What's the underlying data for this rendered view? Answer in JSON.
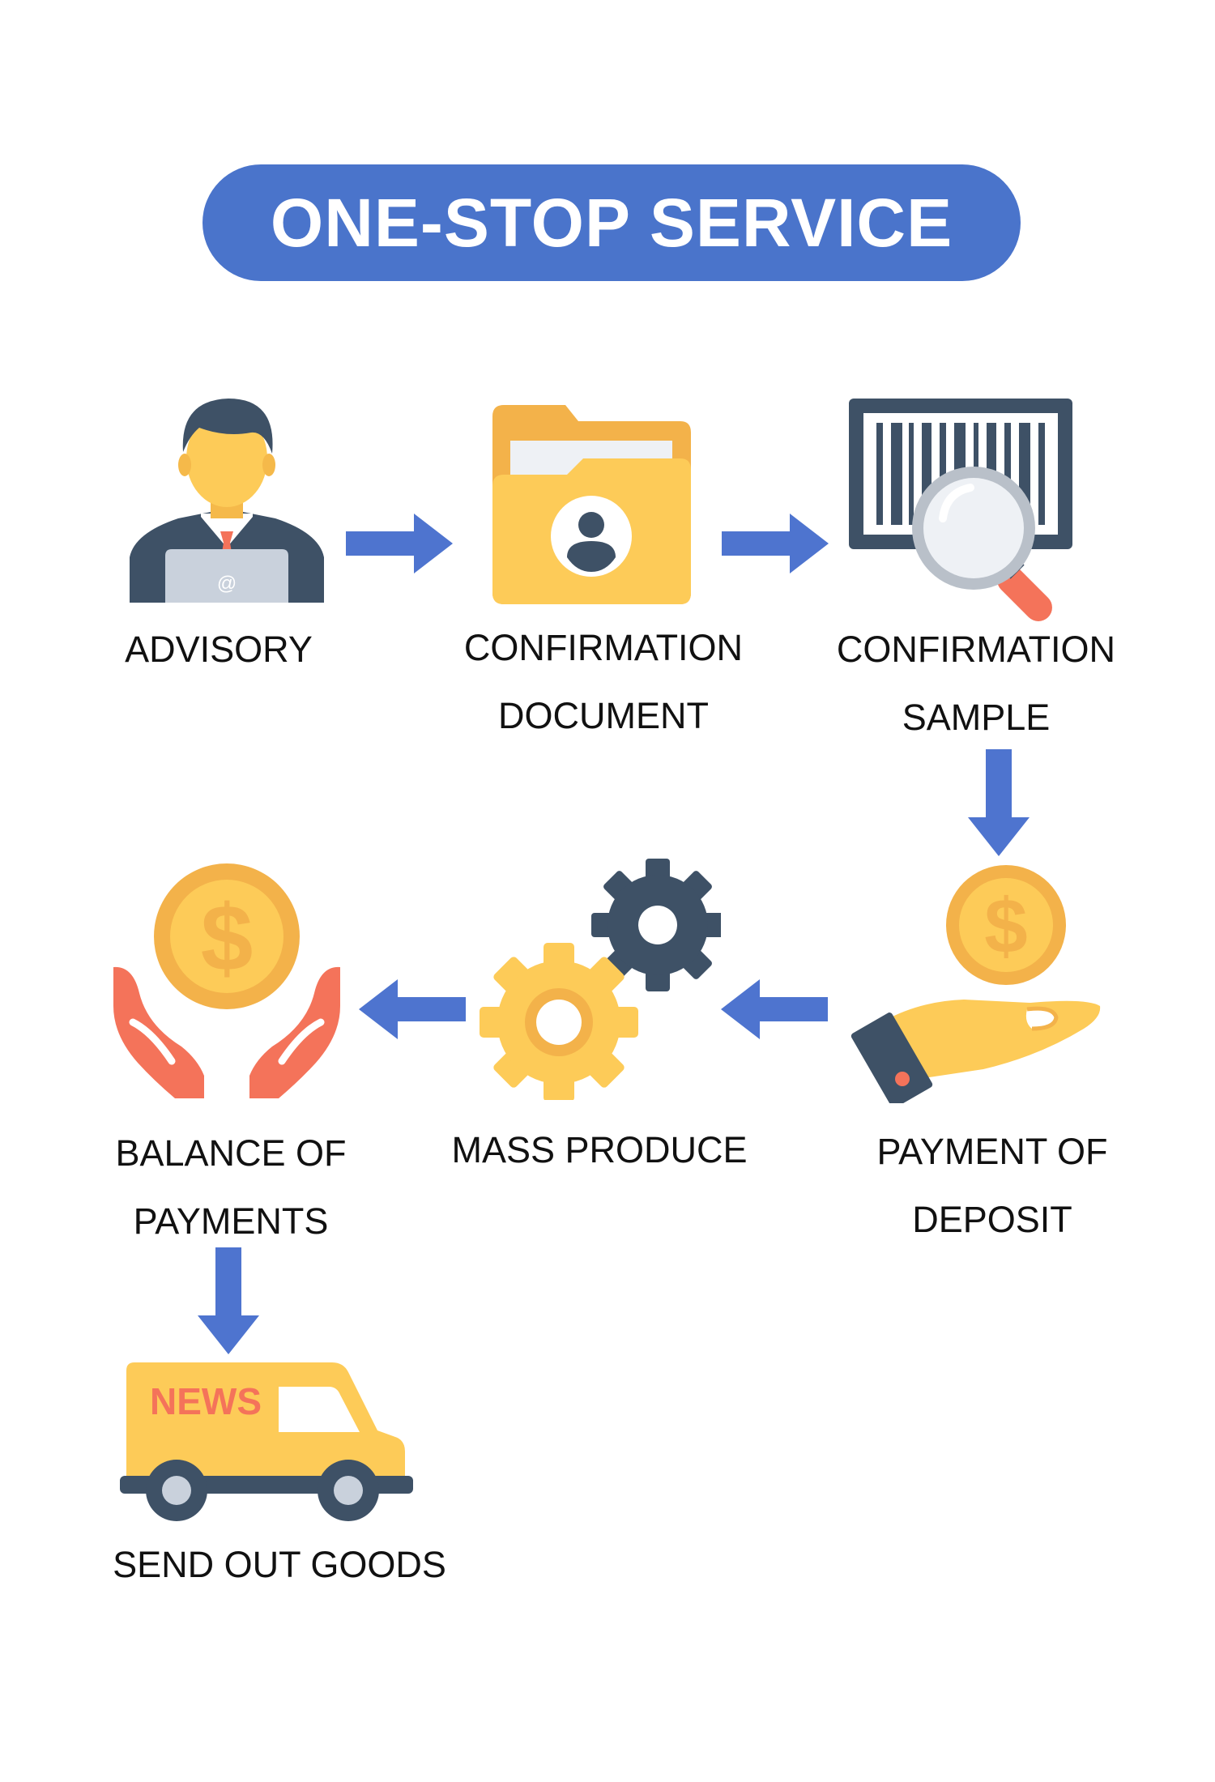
{
  "title": "ONE-STOP SERVICE",
  "colors": {
    "accent": "#4A74CB",
    "arrow": "#4E74CF",
    "yellow": "#FDCB58",
    "folder_back": "#F3B24A",
    "navy": "#3E5166",
    "coral": "#F4735A",
    "grey": "#B9C0C9"
  },
  "steps": [
    {
      "id": "advisory",
      "lines": [
        "ADVISORY"
      ],
      "icon": "advisor-icon"
    },
    {
      "id": "confirmation-document",
      "lines": [
        "CONFIRMATION",
        "DOCUMENT"
      ],
      "icon": "folder-icon"
    },
    {
      "id": "confirmation-sample",
      "lines": [
        "CONFIRMATION",
        "SAMPLE"
      ],
      "icon": "barcode-search-icon"
    },
    {
      "id": "payment-of-deposit",
      "lines": [
        "PAYMENT OF",
        "DEPOSIT"
      ],
      "icon": "coin-hand-icon"
    },
    {
      "id": "mass-produce",
      "lines": [
        "MASS PRODUCE"
      ],
      "icon": "gears-icon"
    },
    {
      "id": "balance-of-payments",
      "lines": [
        "BALANCE OF",
        "PAYMENTS"
      ],
      "icon": "coin-hands-icon"
    },
    {
      "id": "send-out-goods",
      "lines": [
        "SEND OUT GOODS"
      ],
      "icon": "delivery-truck-icon"
    }
  ],
  "icon_text": {
    "at_sign": "@",
    "dollar": "$",
    "truck_sign": "NEWS"
  }
}
